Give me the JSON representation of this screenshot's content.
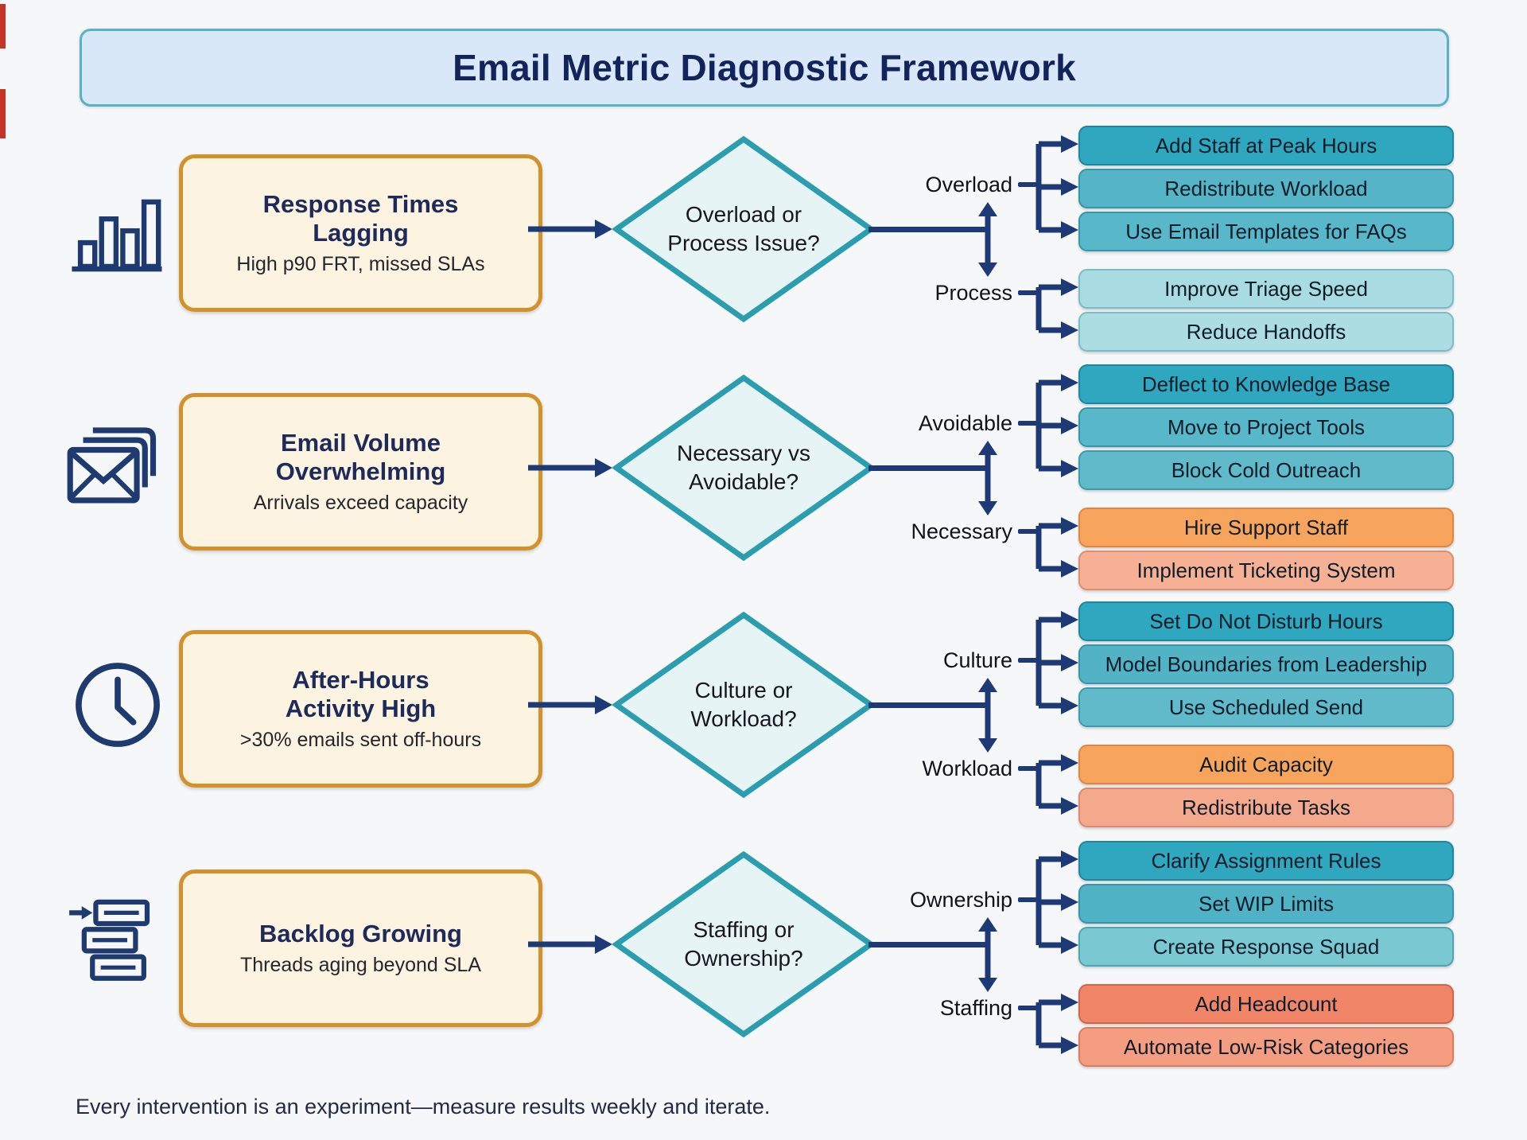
{
  "title": "Email Metric Diagnostic Framework",
  "footer": "Every intervention is an experiment—measure results weekly and iterate.",
  "palette": {
    "background": "#F5F7F9",
    "navy_connector": "#1E3A76",
    "icon_navy": "#1E3A6E",
    "banner_bg": "#D9E8F8",
    "banner_border": "#58B2C5",
    "problem_bg": "#FCF4E1",
    "problem_border": "#D3912B",
    "diamond_fill": "#E7F4F6",
    "diamond_border": "#2A9DAF"
  },
  "rows": [
    {
      "icon": "bar-chart-icon",
      "problem": {
        "title": "Response Times Lagging",
        "subtitle": "High p90 FRT, missed SLAs"
      },
      "decision": {
        "line1": "Overload or",
        "line2": "Process Issue?"
      },
      "branch_top": {
        "label": "Overload",
        "actions": [
          {
            "label": "Add Staff at Peak Hours",
            "bg": "#2FA7BF",
            "border": "#1E87A0"
          },
          {
            "label": "Redistribute Workload",
            "bg": "#55B5C6",
            "border": "#3595AA"
          },
          {
            "label": "Use Email Templates for FAQs",
            "bg": "#58B7C8",
            "border": "#3595AA"
          }
        ]
      },
      "branch_bottom": {
        "label": "Process",
        "actions": [
          {
            "label": "Improve Triage Speed",
            "bg": "#A8DBE2",
            "border": "#79BDC8"
          },
          {
            "label": "Reduce Handoffs",
            "bg": "#ABDDE3",
            "border": "#79BDC8"
          }
        ]
      }
    },
    {
      "icon": "stacked-envelopes-icon",
      "problem": {
        "title": "Email Volume Overwhelming",
        "subtitle": "Arrivals exceed capacity"
      },
      "decision": {
        "line1": "Necessary vs",
        "line2": "Avoidable?"
      },
      "branch_top": {
        "label": "Avoidable",
        "actions": [
          {
            "label": "Deflect to Knowledge Base",
            "bg": "#2FA7BF",
            "border": "#1E87A0"
          },
          {
            "label": "Move to Project Tools",
            "bg": "#58B7C8",
            "border": "#3595AA"
          },
          {
            "label": "Block Cold Outreach",
            "bg": "#60BAC9",
            "border": "#3C9CAE"
          }
        ]
      },
      "branch_bottom": {
        "label": "Necessary",
        "actions": [
          {
            "label": "Hire Support Staff",
            "bg": "#F7A45D",
            "border": "#DE8643"
          },
          {
            "label": "Implement Ticketing System",
            "bg": "#F6B093",
            "border": "#DD906F"
          }
        ]
      }
    },
    {
      "icon": "clock-icon",
      "problem": {
        "title": "After-Hours Activity High",
        "subtitle": ">30% emails sent off-hours"
      },
      "decision": {
        "line1": "Culture or",
        "line2": "Workload?"
      },
      "branch_top": {
        "label": "Culture",
        "actions": [
          {
            "label": "Set Do Not Disturb Hours",
            "bg": "#2FA7BF",
            "border": "#1E87A0"
          },
          {
            "label": "Model Boundaries from Leadership",
            "bg": "#52B3C5",
            "border": "#3595AA"
          },
          {
            "label": "Use Scheduled Send",
            "bg": "#60BAC9",
            "border": "#3C9CAE"
          }
        ]
      },
      "branch_bottom": {
        "label": "Workload",
        "actions": [
          {
            "label": "Audit Capacity",
            "bg": "#F7A45D",
            "border": "#DE8643"
          },
          {
            "label": "Redistribute Tasks",
            "bg": "#F5A98C",
            "border": "#DC8A6B"
          }
        ]
      }
    },
    {
      "icon": "backlog-queue-icon",
      "problem": {
        "title": "Backlog Growing",
        "subtitle": "Threads aging beyond SLA"
      },
      "decision": {
        "line1": "Staffing or",
        "line2": "Ownership?"
      },
      "branch_top": {
        "label": "Ownership",
        "actions": [
          {
            "label": "Clarify Assignment Rules",
            "bg": "#2FA7BF",
            "border": "#1E87A0"
          },
          {
            "label": "Set WIP Limits",
            "bg": "#4FB2C5",
            "border": "#3595AA"
          },
          {
            "label": "Create Response Squad",
            "bg": "#7AC8D2",
            "border": "#4BA6B4"
          }
        ]
      },
      "branch_bottom": {
        "label": "Staffing",
        "actions": [
          {
            "label": "Add Headcount",
            "bg": "#F08568",
            "border": "#D5654A"
          },
          {
            "label": "Automate Low-Risk Categories",
            "bg": "#F49D80",
            "border": "#DA7D5E"
          }
        ]
      }
    }
  ]
}
